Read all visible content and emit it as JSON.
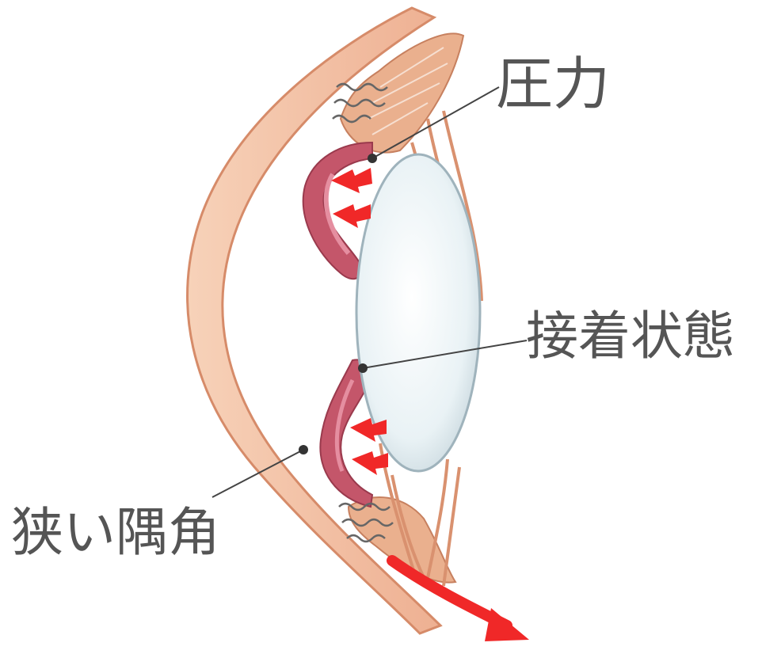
{
  "labels": {
    "pressure": "圧力",
    "contact_state": "接着状態",
    "narrow_angle": "狭い隅角"
  },
  "colors": {
    "cornea_fill": "#f4c4a6",
    "cornea_stroke": "#d98c68",
    "iris_fill": "#c4566a",
    "iris_highlight": "#e58ea0",
    "lens_fill": "#eef5f7",
    "lens_stroke": "#9fb3bc",
    "muscle": "#d9916f",
    "arrow_red": "#f02828",
    "leader_line": "#444444"
  },
  "icons": [
    "pressure-arrow-icon",
    "outflow-arrow-icon",
    "wavy-line-icon"
  ]
}
